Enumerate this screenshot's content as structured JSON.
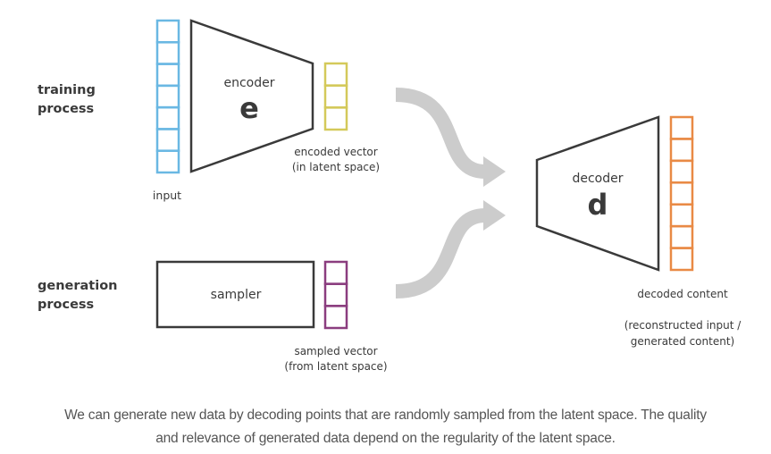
{
  "colors": {
    "input_vector": "#6ab8e3",
    "encoded_vector": "#d4c95a",
    "sampled_vector": "#8b3d7f",
    "output_vector": "#e98a45",
    "shape_stroke": "#3a3a3a",
    "arrow": "#cccccc",
    "text": "#3a3a3a",
    "caption": "#555555"
  },
  "rows": {
    "training": [
      "training",
      "process"
    ],
    "generation": [
      "generation",
      "process"
    ]
  },
  "encoder": {
    "name": "encoder",
    "symbol": "e"
  },
  "decoder": {
    "name": "decoder",
    "symbol": "d"
  },
  "sampler": {
    "name": "sampler"
  },
  "vectors": {
    "input": {
      "label": "input",
      "cells": 7
    },
    "encoded": {
      "label_lines": [
        "encoded vector",
        "(in latent space)"
      ],
      "cells": 3
    },
    "sampled": {
      "label_lines": [
        "sampled vector",
        "(from latent space)"
      ],
      "cells": 3
    },
    "output": {
      "label": "decoded content",
      "note_lines": [
        "(reconstructed input /",
        "generated content)"
      ],
      "cells": 7
    }
  },
  "caption": {
    "line1": "We can generate new data by decoding points that are randomly sampled from the latent space. The quality",
    "line2": "and relevance of generated data depend on the regularity of the latent space."
  }
}
